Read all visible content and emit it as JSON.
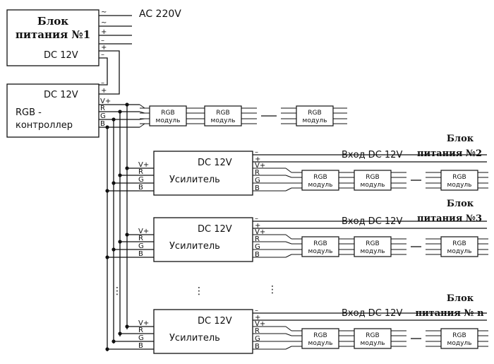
{
  "psu1": {
    "title": "Блок",
    "subtitle": "питания №1",
    "voltage": "DC 12V",
    "terminals": [
      "~",
      "~",
      "+",
      "–",
      "+",
      "–"
    ],
    "ac_label": "AC 220V"
  },
  "controller": {
    "voltage": "DC 12V",
    "name_line1": "RGB -",
    "name_line2": "контроллер",
    "power_pins": [
      "–",
      "+"
    ],
    "signal_pins": [
      "V+",
      "R",
      "G",
      "B"
    ]
  },
  "module": {
    "line1": "RGB",
    "line2": "модуль",
    "separator": "—"
  },
  "amplifiers": [
    {
      "voltage": "DC 12V",
      "name": "Усилитель",
      "input_pins": [
        "V+",
        "R",
        "G",
        "B"
      ],
      "output_pins": [
        "–",
        "+",
        "V+",
        "R",
        "G",
        "B"
      ],
      "input_label": "Вход DC 12V",
      "psu_title": "Блок",
      "psu_subtitle": "питания №2"
    },
    {
      "voltage": "DC 12V",
      "name": "Усилитель",
      "input_pins": [
        "V+",
        "R",
        "G",
        "B"
      ],
      "output_pins": [
        "–",
        "+",
        "V+",
        "R",
        "G",
        "B"
      ],
      "input_label": "Вход DC 12V",
      "psu_title": "Блок",
      "psu_subtitle": "питания №3"
    },
    {
      "voltage": "DC 12V",
      "name": "Усилитель",
      "input_pins": [
        "V+",
        "R",
        "G",
        "B"
      ],
      "output_pins": [
        "–",
        "+",
        "V+",
        "R",
        "G",
        "B"
      ],
      "input_label": "Вход DC 12V",
      "psu_title": "Блок",
      "psu_subtitle": "питания № n"
    }
  ],
  "ellipsis": "⋮"
}
